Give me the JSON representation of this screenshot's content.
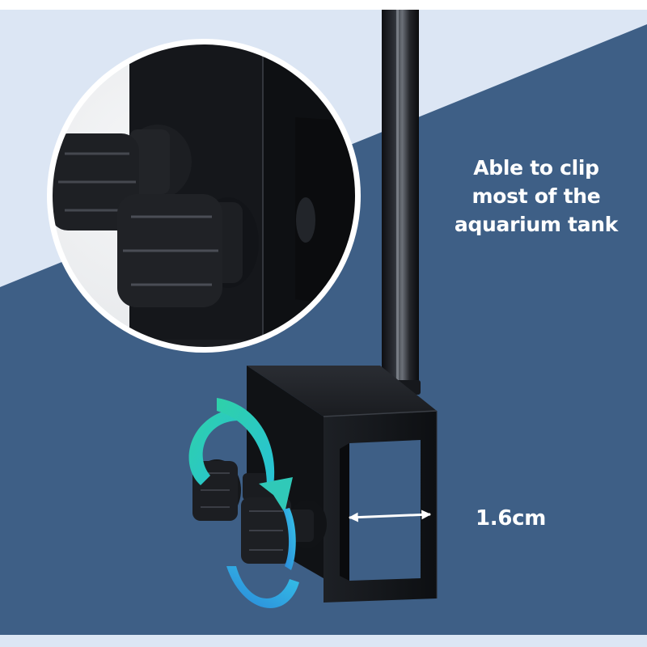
{
  "caption": {
    "line1": "Able to clip",
    "line2": "most of the",
    "line3": "aquarium tank"
  },
  "measurement": {
    "label": "1.6cm"
  },
  "colors": {
    "background_light": "#dce6f4",
    "background_band": "#3e5f86",
    "product_black": "#15171b",
    "arrow_teal": "#2fd1a8",
    "arrow_blue": "#33a9e6",
    "text": "#ffffff"
  },
  "icons": [
    "rotate-arrow-icon",
    "double-arrow-icon"
  ]
}
